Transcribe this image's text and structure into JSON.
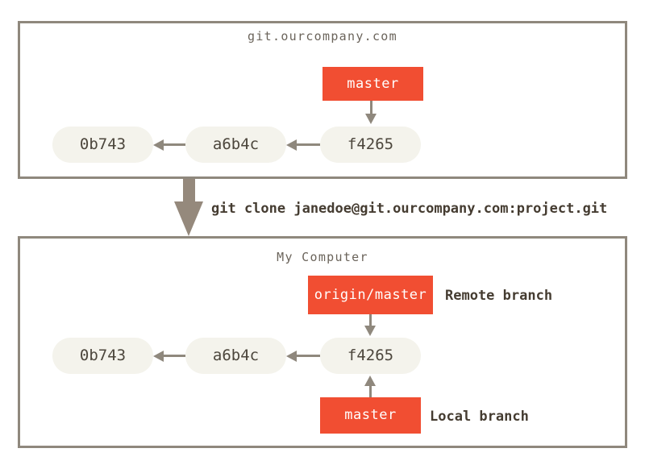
{
  "server_repo": {
    "title": "git.ourcompany.com",
    "branch_label": "master",
    "commits": [
      "0b743",
      "a6b4c",
      "f4265"
    ]
  },
  "clone_arrow": {
    "command": "git clone janedoe@git.ourcompany.com:project.git"
  },
  "local_repo": {
    "title": "My Computer",
    "remote_branch_label": "origin/master",
    "remote_branch_annotation": "Remote branch",
    "local_branch_label": "master",
    "local_branch_annotation": "Local branch",
    "commits": [
      "0b743",
      "a6b4c",
      "f4265"
    ]
  },
  "colors": {
    "branch_background": "#f14e32",
    "branch_text": "#ffffff",
    "commit_background": "#f4f3ec",
    "commit_text": "#4c463c",
    "box_border": "#8f887d",
    "arrow": "#8f887d",
    "big_arrow": "#95897c",
    "annotation_text": "#453c31",
    "title_text": "#6b645b",
    "page_background": "#ffffff"
  }
}
